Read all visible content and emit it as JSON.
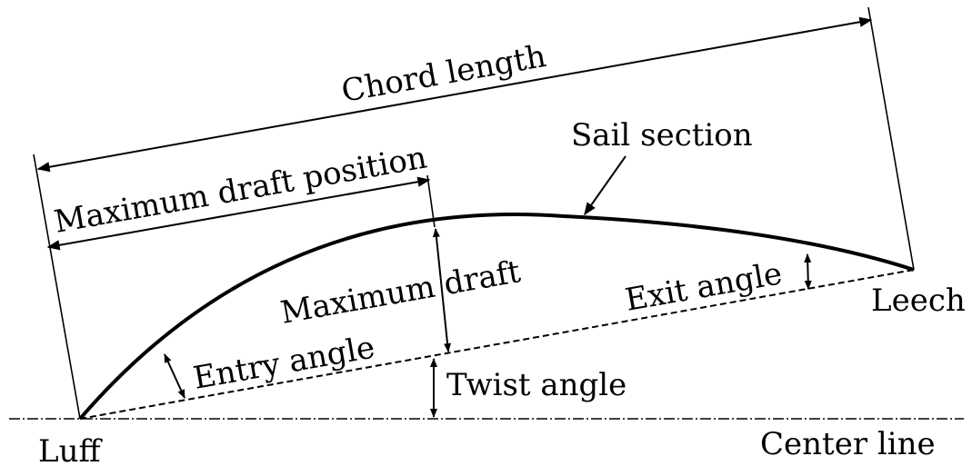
{
  "labels": {
    "chord_length": "Chord length",
    "sail_section": "Sail section",
    "max_draft_position": "Maximum draft position",
    "maximum_draft": "Maximum draft",
    "exit_angle": "Exit angle",
    "leech": "Leech",
    "entry_angle": "Entry angle",
    "twist_angle": "Twist angle",
    "luff": "Luff",
    "center_line": "Center line"
  },
  "colors": {
    "ink": "#000000",
    "background": "#ffffff"
  }
}
